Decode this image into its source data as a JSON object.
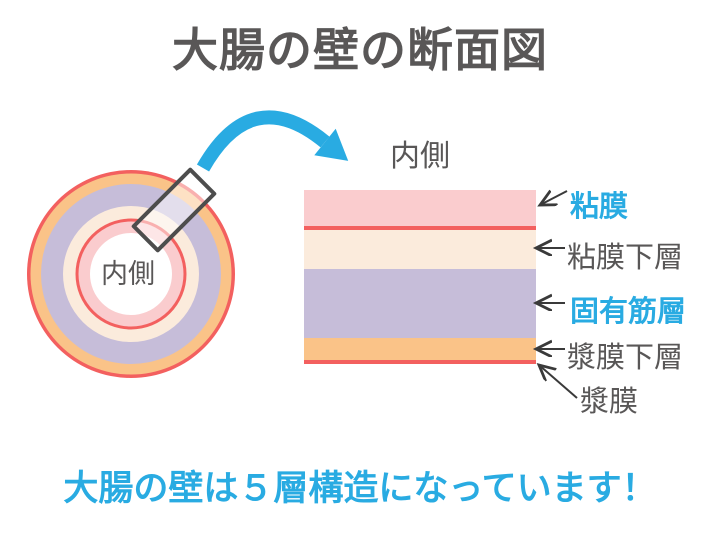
{
  "title": "大腸の壁の断面図",
  "circle_diagram": {
    "center_label": "内側"
  },
  "layer_diagram": {
    "top_label": "内側",
    "layers": [
      {
        "label": "粘膜",
        "highlight": true
      },
      {
        "label": "粘膜下層",
        "highlight": false
      },
      {
        "label": "固有筋層",
        "highlight": true
      },
      {
        "label": "漿膜下層",
        "highlight": false
      },
      {
        "label": "漿膜",
        "highlight": false
      }
    ]
  },
  "caption": "大腸の壁は５層構造になっています！",
  "colors": {
    "accent_blue": "#29ABE2",
    "text_gray": "#595757",
    "marker_gray": "#4d4d4d",
    "arrow_black": "#3a3a3a",
    "mucosa_pink": "#FACCCE",
    "red_line": "#F3605F",
    "submucosa_cream": "#FBEBDC",
    "muscularis_purple": "#C6BDD9",
    "subserosa_orange": "#FAC388"
  }
}
